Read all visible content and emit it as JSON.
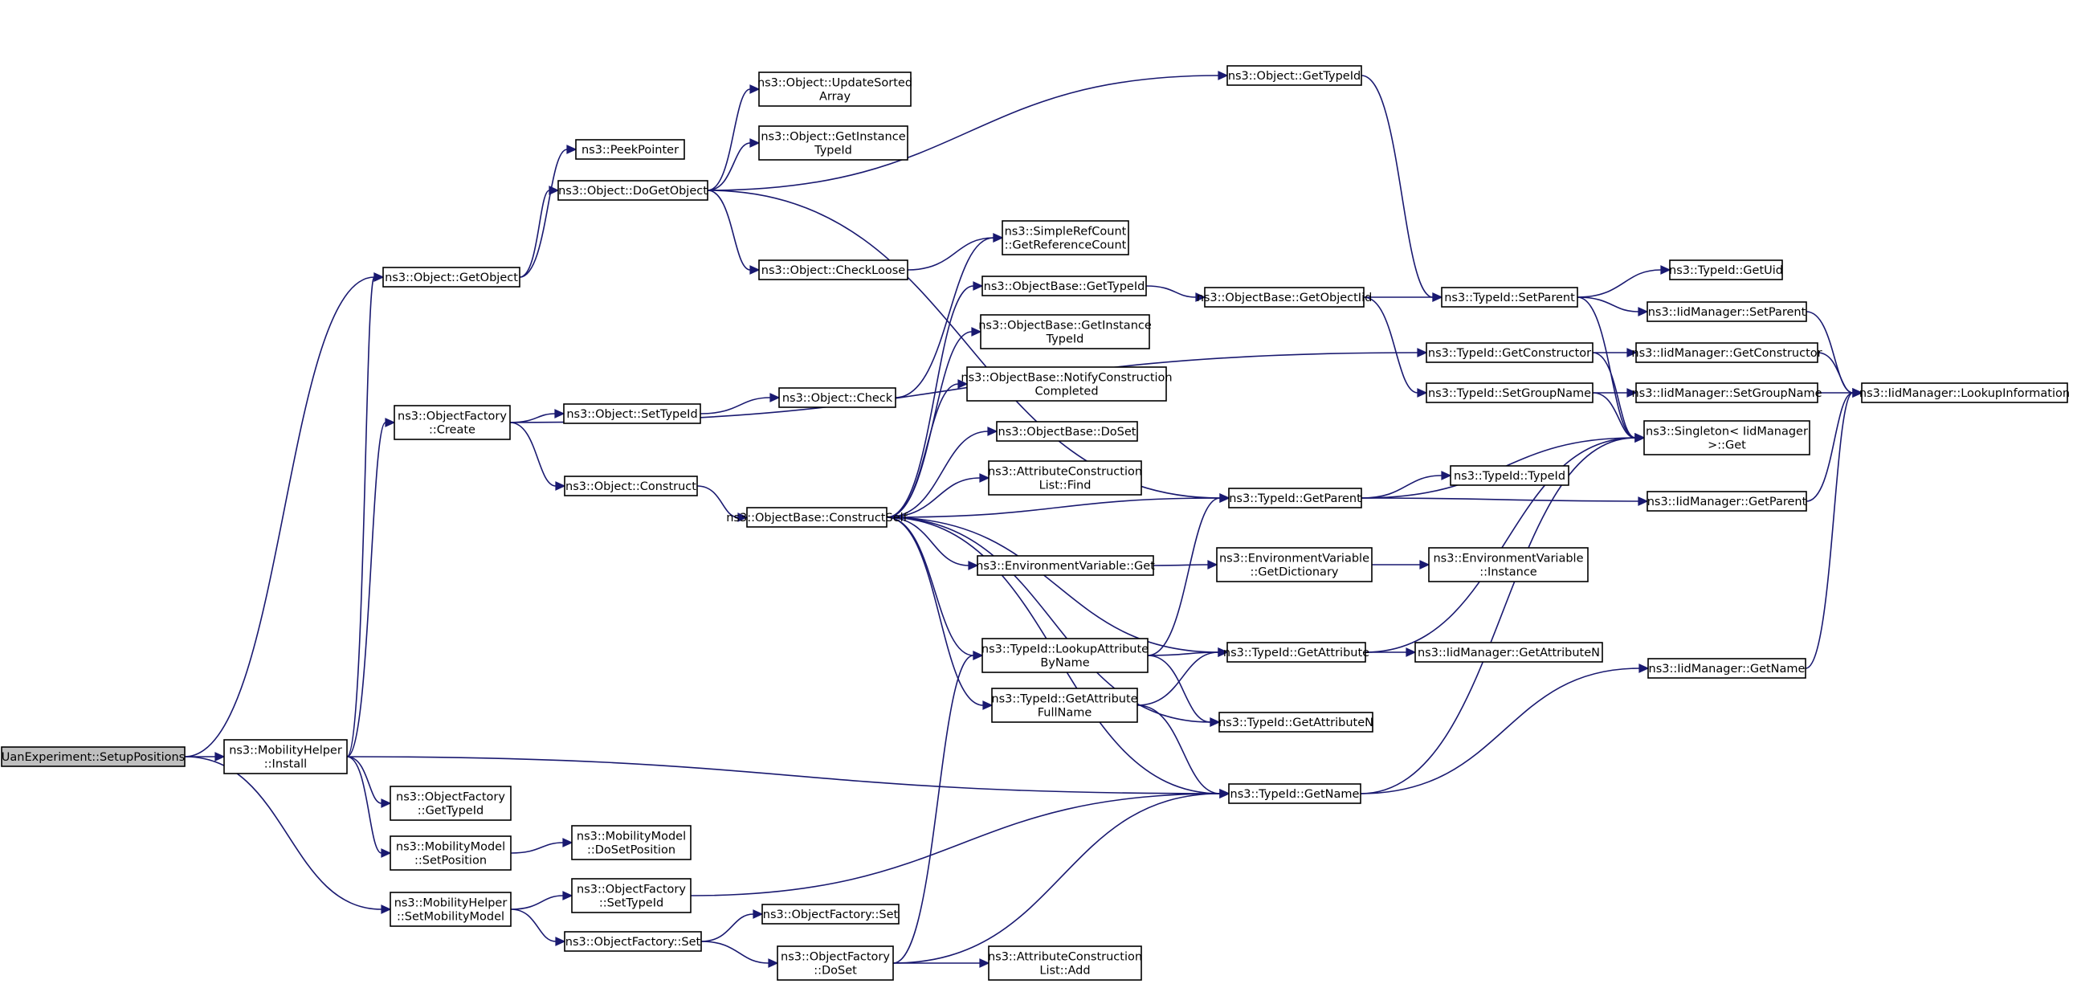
{
  "graph": {
    "nodes": [
      {
        "id": "setup",
        "lines": [
          "UanExperiment::SetupPositions"
        ],
        "root": true
      },
      {
        "id": "mh_install",
        "lines": [
          "ns3::MobilityHelper",
          "::Install"
        ]
      },
      {
        "id": "mh_setmm",
        "lines": [
          "ns3::MobilityHelper",
          "::SetMobilityModel"
        ]
      },
      {
        "id": "obj_getobject",
        "lines": [
          "ns3::Object::GetObject"
        ]
      },
      {
        "id": "objfac_create",
        "lines": [
          "ns3::ObjectFactory",
          "::Create"
        ]
      },
      {
        "id": "objfac_gettypeid",
        "lines": [
          "ns3::ObjectFactory",
          "::GetTypeId"
        ]
      },
      {
        "id": "mm_setpos",
        "lines": [
          "ns3::MobilityModel",
          "::SetPosition"
        ]
      },
      {
        "id": "mm_dosetpos",
        "lines": [
          "ns3::MobilityModel",
          "::DoSetPosition"
        ]
      },
      {
        "id": "objfac_settypeid",
        "lines": [
          "ns3::ObjectFactory",
          "::SetTypeId"
        ]
      },
      {
        "id": "objfac_set",
        "lines": [
          "ns3::ObjectFactory::Set"
        ]
      },
      {
        "id": "objfac_set2",
        "lines": [
          "ns3::ObjectFactory::Set"
        ]
      },
      {
        "id": "objfac_doset",
        "lines": [
          "ns3::ObjectFactory",
          "::DoSet"
        ]
      },
      {
        "id": "attrlist_add",
        "lines": [
          "ns3::AttributeConstruction",
          "List::Add"
        ]
      },
      {
        "id": "peekpointer",
        "lines": [
          "ns3::PeekPointer"
        ]
      },
      {
        "id": "obj_dogetobject",
        "lines": [
          "ns3::Object::DoGetObject"
        ]
      },
      {
        "id": "obj_updatesorted",
        "lines": [
          "ns3::Object::UpdateSorted",
          "Array"
        ]
      },
      {
        "id": "obj_getinstance",
        "lines": [
          "ns3::Object::GetInstance",
          "TypeId"
        ]
      },
      {
        "id": "obj_checkloose",
        "lines": [
          "ns3::Object::CheckLoose"
        ]
      },
      {
        "id": "src_getrefcount",
        "lines": [
          "ns3::SimpleRefCount",
          "::GetReferenceCount"
        ]
      },
      {
        "id": "obj_settypeid",
        "lines": [
          "ns3::Object::SetTypeId"
        ]
      },
      {
        "id": "obj_check",
        "lines": [
          "ns3::Object::Check"
        ]
      },
      {
        "id": "obj_construct",
        "lines": [
          "ns3::Object::Construct"
        ]
      },
      {
        "id": "ob_constructself",
        "lines": [
          "ns3::ObjectBase::ConstructSelf"
        ]
      },
      {
        "id": "obj_gettypeid",
        "lines": [
          "ns3::Object::GetTypeId"
        ]
      },
      {
        "id": "ob_gettypeid",
        "lines": [
          "ns3::ObjectBase::GetTypeId"
        ]
      },
      {
        "id": "ob_getinstance",
        "lines": [
          "ns3::ObjectBase::GetInstance",
          "TypeId"
        ]
      },
      {
        "id": "ob_notify",
        "lines": [
          "ns3::ObjectBase::NotifyConstruction",
          "Completed"
        ]
      },
      {
        "id": "ob_doset",
        "lines": [
          "ns3::ObjectBase::DoSet"
        ]
      },
      {
        "id": "attrlist_find",
        "lines": [
          "ns3::AttributeConstruction",
          "List::Find"
        ]
      },
      {
        "id": "env_get",
        "lines": [
          "ns3::EnvironmentVariable::Get"
        ]
      },
      {
        "id": "tid_lookupattr",
        "lines": [
          "ns3::TypeId::LookupAttribute",
          "ByName"
        ]
      },
      {
        "id": "tid_getattrfull",
        "lines": [
          "ns3::TypeId::GetAttribute",
          "FullName"
        ]
      },
      {
        "id": "ob_getobjectiid",
        "lines": [
          "ns3::ObjectBase::GetObjectIid"
        ]
      },
      {
        "id": "tid_getparent",
        "lines": [
          "ns3::TypeId::GetParent"
        ]
      },
      {
        "id": "env_getdict",
        "lines": [
          "ns3::EnvironmentVariable",
          "::GetDictionary"
        ]
      },
      {
        "id": "tid_getattribute",
        "lines": [
          "ns3::TypeId::GetAttribute"
        ]
      },
      {
        "id": "tid_getattributen",
        "lines": [
          "ns3::TypeId::GetAttributeN"
        ]
      },
      {
        "id": "tid_getname",
        "lines": [
          "ns3::TypeId::GetName"
        ]
      },
      {
        "id": "tid_setparent",
        "lines": [
          "ns3::TypeId::SetParent"
        ]
      },
      {
        "id": "tid_getconstructor",
        "lines": [
          "ns3::TypeId::GetConstructor"
        ]
      },
      {
        "id": "tid_setgroupname",
        "lines": [
          "ns3::TypeId::SetGroupName"
        ]
      },
      {
        "id": "tid_typeid",
        "lines": [
          "ns3::TypeId::TypeId"
        ]
      },
      {
        "id": "env_instance",
        "lines": [
          "ns3::EnvironmentVariable",
          "::Instance"
        ]
      },
      {
        "id": "iid_getattributen",
        "lines": [
          "ns3::IidManager::GetAttributeN"
        ]
      },
      {
        "id": "tid_getuid",
        "lines": [
          "ns3::TypeId::GetUid"
        ]
      },
      {
        "id": "iid_setparent",
        "lines": [
          "ns3::IidManager::SetParent"
        ]
      },
      {
        "id": "iid_getconstructor",
        "lines": [
          "ns3::IidManager::GetConstructor"
        ]
      },
      {
        "id": "iid_setgroupname",
        "lines": [
          "ns3::IidManager::SetGroupName"
        ]
      },
      {
        "id": "singleton_get",
        "lines": [
          "ns3::Singleton< IidManager",
          " >::Get"
        ]
      },
      {
        "id": "iid_getparent",
        "lines": [
          "ns3::IidManager::GetParent"
        ]
      },
      {
        "id": "iid_getname",
        "lines": [
          "ns3::IidManager::GetName"
        ]
      },
      {
        "id": "iid_lookupinfo",
        "lines": [
          "ns3::IidManager::LookupInformation"
        ]
      }
    ],
    "edges": [
      [
        "setup",
        "mh_install"
      ],
      [
        "setup",
        "obj_getobject"
      ],
      [
        "setup",
        "mh_setmm"
      ],
      [
        "mh_install",
        "objfac_create"
      ],
      [
        "mh_install",
        "obj_getobject"
      ],
      [
        "mh_install",
        "objfac_gettypeid"
      ],
      [
        "mh_install",
        "mm_setpos"
      ],
      [
        "mh_install",
        "tid_getname"
      ],
      [
        "mh_setmm",
        "objfac_settypeid"
      ],
      [
        "mh_setmm",
        "objfac_set"
      ],
      [
        "mm_setpos",
        "mm_dosetpos"
      ],
      [
        "objfac_settypeid",
        "tid_getname"
      ],
      [
        "objfac_set",
        "objfac_set2"
      ],
      [
        "objfac_set",
        "objfac_doset"
      ],
      [
        "objfac_doset",
        "attrlist_add"
      ],
      [
        "objfac_doset",
        "tid_lookupattr"
      ],
      [
        "objfac_doset",
        "tid_getname"
      ],
      [
        "obj_getobject",
        "peekpointer"
      ],
      [
        "obj_getobject",
        "obj_dogetobject"
      ],
      [
        "obj_dogetobject",
        "obj_updatesorted"
      ],
      [
        "obj_dogetobject",
        "obj_getinstance"
      ],
      [
        "obj_dogetobject",
        "obj_gettypeid"
      ],
      [
        "obj_dogetobject",
        "obj_checkloose"
      ],
      [
        "obj_dogetobject",
        "tid_getparent"
      ],
      [
        "obj_checkloose",
        "src_getrefcount"
      ],
      [
        "objfac_create",
        "obj_settypeid"
      ],
      [
        "objfac_create",
        "obj_construct"
      ],
      [
        "objfac_create",
        "tid_getconstructor"
      ],
      [
        "obj_settypeid",
        "obj_check"
      ],
      [
        "obj_check",
        "src_getrefcount"
      ],
      [
        "obj_construct",
        "ob_constructself"
      ],
      [
        "ob_constructself",
        "ob_gettypeid"
      ],
      [
        "ob_constructself",
        "ob_getinstance"
      ],
      [
        "ob_constructself",
        "ob_notify"
      ],
      [
        "ob_constructself",
        "ob_doset"
      ],
      [
        "ob_constructself",
        "attrlist_find"
      ],
      [
        "ob_constructself",
        "tid_getparent"
      ],
      [
        "ob_constructself",
        "env_get"
      ],
      [
        "ob_constructself",
        "tid_getattribute"
      ],
      [
        "ob_constructself",
        "tid_lookupattr"
      ],
      [
        "ob_constructself",
        "tid_getattrfull"
      ],
      [
        "ob_constructself",
        "tid_getattributen"
      ],
      [
        "ob_constructself",
        "tid_getname"
      ],
      [
        "ob_gettypeid",
        "ob_getobjectiid"
      ],
      [
        "ob_getobjectiid",
        "tid_setparent"
      ],
      [
        "ob_getobjectiid",
        "tid_setgroupname"
      ],
      [
        "obj_gettypeid",
        "tid_setparent"
      ],
      [
        "env_get",
        "env_getdict"
      ],
      [
        "env_getdict",
        "env_instance"
      ],
      [
        "tid_lookupattr",
        "tid_getparent"
      ],
      [
        "tid_lookupattr",
        "tid_getattribute"
      ],
      [
        "tid_lookupattr",
        "tid_getattributen"
      ],
      [
        "tid_getattrfull",
        "tid_getattribute"
      ],
      [
        "tid_getattrfull",
        "tid_getname"
      ],
      [
        "tid_getparent",
        "singleton_get"
      ],
      [
        "tid_getparent",
        "tid_typeid"
      ],
      [
        "tid_getparent",
        "iid_getparent"
      ],
      [
        "tid_getattribute",
        "singleton_get"
      ],
      [
        "tid_getattribute",
        "iid_getattributen"
      ],
      [
        "tid_getname",
        "singleton_get"
      ],
      [
        "tid_getname",
        "iid_getname"
      ],
      [
        "tid_setparent",
        "tid_getuid"
      ],
      [
        "tid_setparent",
        "iid_setparent"
      ],
      [
        "tid_setparent",
        "singleton_get"
      ],
      [
        "tid_getconstructor",
        "iid_getconstructor"
      ],
      [
        "tid_getconstructor",
        "singleton_get"
      ],
      [
        "tid_setgroupname",
        "iid_setgroupname"
      ],
      [
        "tid_setgroupname",
        "singleton_get"
      ],
      [
        "iid_setparent",
        "iid_lookupinfo"
      ],
      [
        "iid_getconstructor",
        "iid_lookupinfo"
      ],
      [
        "iid_setgroupname",
        "iid_lookupinfo"
      ],
      [
        "iid_getparent",
        "iid_lookupinfo"
      ],
      [
        "iid_getname",
        "iid_lookupinfo"
      ]
    ]
  }
}
